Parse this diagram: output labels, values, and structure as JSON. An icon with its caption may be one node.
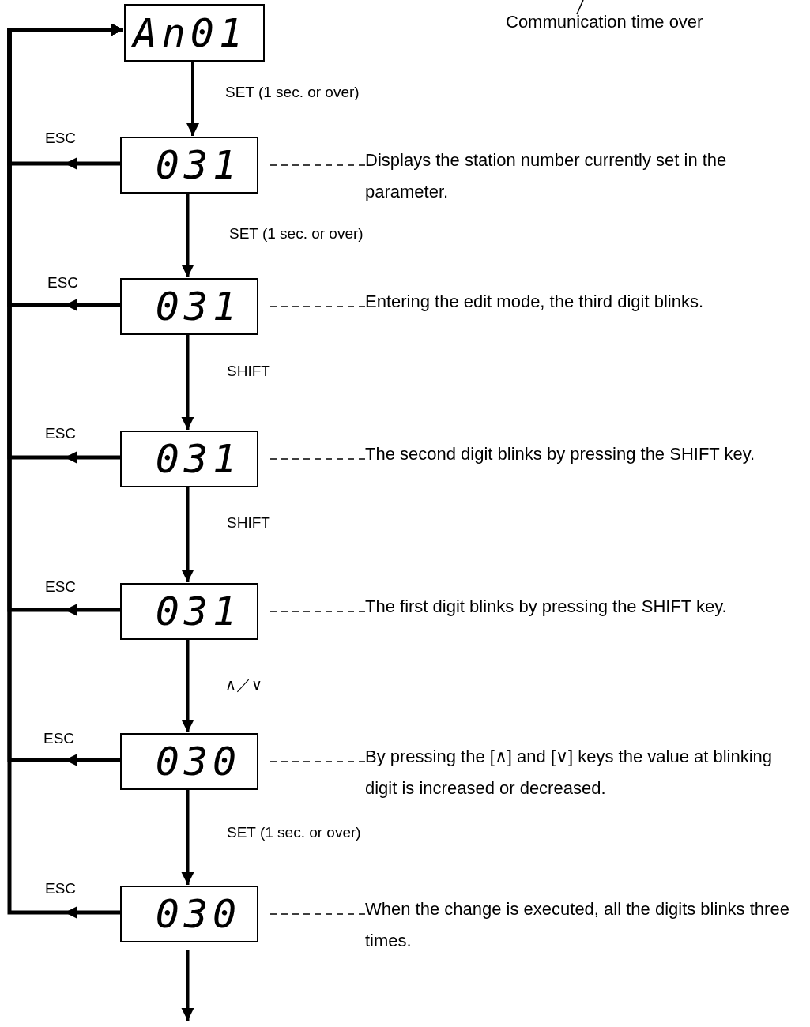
{
  "diagram": {
    "nodes": [
      {
        "text": [
          "An01"
        ]
      },
      {
        "text": [
          "031"
        ]
      },
      {
        "text": [
          "031"
        ]
      },
      {
        "text": [
          "031"
        ]
      },
      {
        "text": [
          "031"
        ]
      },
      {
        "text": [
          "030"
        ]
      },
      {
        "text": [
          "030"
        ]
      },
      {
        "text": [
          "Displays the station number currently set in the parameter."
        ]
      },
      {
        "text": [
          "Entering the edit mode, the third digit blinks."
        ]
      },
      {
        "text": [
          "The second digit blinks by pressing the SHIFT key."
        ]
      },
      {
        "text": [
          "The first digit blinks by pressing the SHIFT key."
        ]
      },
      {
        "text": [
          "By pressing the [∧] and [∨] keys the value at blinking digit is increased or decreased."
        ]
      },
      {
        "text": [
          "When the change is executed, all the digits blinks three times."
        ]
      },
      {
        "text": [
          "Communication time over"
        ]
      }
    ],
    "edges": [
      {
        "from": 0,
        "to": 1,
        "arrow": "to",
        "label": "SET (1 sec. or over)"
      },
      {
        "from": 1,
        "to": 2,
        "arrow": "to",
        "label": "SET (1 sec. or over)"
      },
      {
        "from": 2,
        "to": 3,
        "arrow": "to",
        "label": "SHIFT"
      },
      {
        "from": 3,
        "to": 4,
        "arrow": "to",
        "label": "SHIFT"
      },
      {
        "from": 4,
        "to": 5,
        "arrow": "to",
        "label": "∧／∨"
      },
      {
        "from": 5,
        "to": 6,
        "arrow": "to",
        "label": "SET (1 sec. or over)"
      },
      {
        "from": 6,
        "to": null,
        "arrow": "to"
      },
      {
        "from": 1,
        "to": 0,
        "arrow": "to",
        "label": "ESC"
      },
      {
        "from": 2,
        "to": 0,
        "arrow": "to",
        "label": "ESC"
      },
      {
        "from": 3,
        "to": 0,
        "arrow": "to",
        "label": "ESC"
      },
      {
        "from": 4,
        "to": 0,
        "arrow": "to",
        "label": "ESC"
      },
      {
        "from": 5,
        "to": 0,
        "arrow": "to",
        "label": "ESC"
      },
      {
        "from": 6,
        "to": 0,
        "arrow": "to",
        "label": "ESC"
      },
      {
        "from": 7,
        "to": 1,
        "arrow": "none",
        "style": "dashed"
      },
      {
        "from": 8,
        "to": 2,
        "arrow": "none",
        "style": "dashed"
      },
      {
        "from": 9,
        "to": 3,
        "arrow": "none",
        "style": "dashed"
      },
      {
        "from": 10,
        "to": 4,
        "arrow": "none",
        "style": "dashed"
      },
      {
        "from": 11,
        "to": 5,
        "arrow": "none",
        "style": "dashed"
      },
      {
        "from": 12,
        "to": 6,
        "arrow": "none",
        "style": "dashed"
      },
      {
        "from": 13,
        "to": null,
        "arrow": "none"
      }
    ]
  }
}
